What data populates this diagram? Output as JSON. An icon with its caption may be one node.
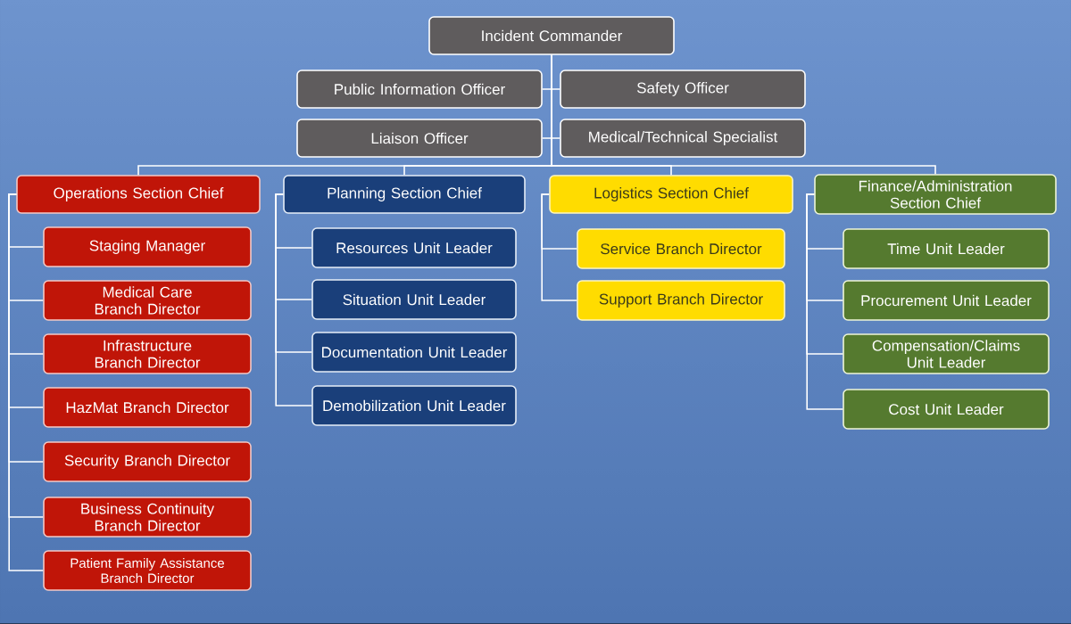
{
  "diagram": {
    "nodes": [
      {
        "text": [
          "Incident Commander"
        ]
      },
      {
        "text": [
          "Public Information Officer"
        ]
      },
      {
        "text": [
          "Safety Officer"
        ]
      },
      {
        "text": [
          "Liaison Officer"
        ]
      },
      {
        "text": [
          "Medical/Technical Specialist"
        ]
      },
      {
        "text": [
          "Operations Section Chief"
        ]
      },
      {
        "text": [
          "Planning Section Chief"
        ]
      },
      {
        "text": [
          "Logistics Section Chief"
        ]
      },
      {
        "text": [
          "Finance/Administration Section Chief"
        ]
      },
      {
        "text": [
          "Staging Manager"
        ]
      },
      {
        "text": [
          "Medical Care Branch Director"
        ]
      },
      {
        "text": [
          "Infrastructure Branch Director"
        ]
      },
      {
        "text": [
          "HazMat Branch Director"
        ]
      },
      {
        "text": [
          "Security Branch Director"
        ]
      },
      {
        "text": [
          "Business Continuity Branch Director"
        ]
      },
      {
        "text": [
          "Patient Family Assistance Branch Director"
        ]
      },
      {
        "text": [
          "Resources Unit Leader"
        ]
      },
      {
        "text": [
          "Situation Unit Leader"
        ]
      },
      {
        "text": [
          "Documentation Unit Leader"
        ]
      },
      {
        "text": [
          "Demobilization Unit Leader"
        ]
      },
      {
        "text": [
          "Service Branch Director"
        ]
      },
      {
        "text": [
          "Support Branch Director"
        ]
      },
      {
        "text": [
          "Time Unit Leader"
        ]
      },
      {
        "text": [
          "Procurement Unit Leader"
        ]
      },
      {
        "text": [
          "Compensation/Claims Unit Leader"
        ]
      },
      {
        "text": [
          "Cost Unit Leader"
        ]
      }
    ],
    "edges": [
      {
        "from": 0,
        "to": 1,
        "arrow": "none"
      },
      {
        "from": 0,
        "to": 2,
        "arrow": "none"
      },
      {
        "from": 0,
        "to": 3,
        "arrow": "none"
      },
      {
        "from": 0,
        "to": 4,
        "arrow": "none"
      },
      {
        "from": 0,
        "to": 5,
        "arrow": "none"
      },
      {
        "from": 0,
        "to": 6,
        "arrow": "none"
      },
      {
        "from": 0,
        "to": 7,
        "arrow": "none"
      },
      {
        "from": 0,
        "to": 8,
        "arrow": "none"
      },
      {
        "from": 5,
        "to": 9,
        "arrow": "none"
      },
      {
        "from": 5,
        "to": 10,
        "arrow": "none"
      },
      {
        "from": 5,
        "to": 11,
        "arrow": "none"
      },
      {
        "from": 5,
        "to": 12,
        "arrow": "none"
      },
      {
        "from": 5,
        "to": 13,
        "arrow": "none"
      },
      {
        "from": 5,
        "to": 14,
        "arrow": "none"
      },
      {
        "from": 5,
        "to": 15,
        "arrow": "none"
      },
      {
        "from": 6,
        "to": 16,
        "arrow": "none"
      },
      {
        "from": 6,
        "to": 17,
        "arrow": "none"
      },
      {
        "from": 6,
        "to": 18,
        "arrow": "none"
      },
      {
        "from": 6,
        "to": 19,
        "arrow": "none"
      },
      {
        "from": 7,
        "to": 20,
        "arrow": "none"
      },
      {
        "from": 7,
        "to": 21,
        "arrow": "none"
      },
      {
        "from": 8,
        "to": 22,
        "arrow": "none"
      },
      {
        "from": 8,
        "to": 23,
        "arrow": "none"
      },
      {
        "from": 8,
        "to": 24,
        "arrow": "none"
      },
      {
        "from": 8,
        "to": 25,
        "arrow": "none"
      }
    ]
  }
}
